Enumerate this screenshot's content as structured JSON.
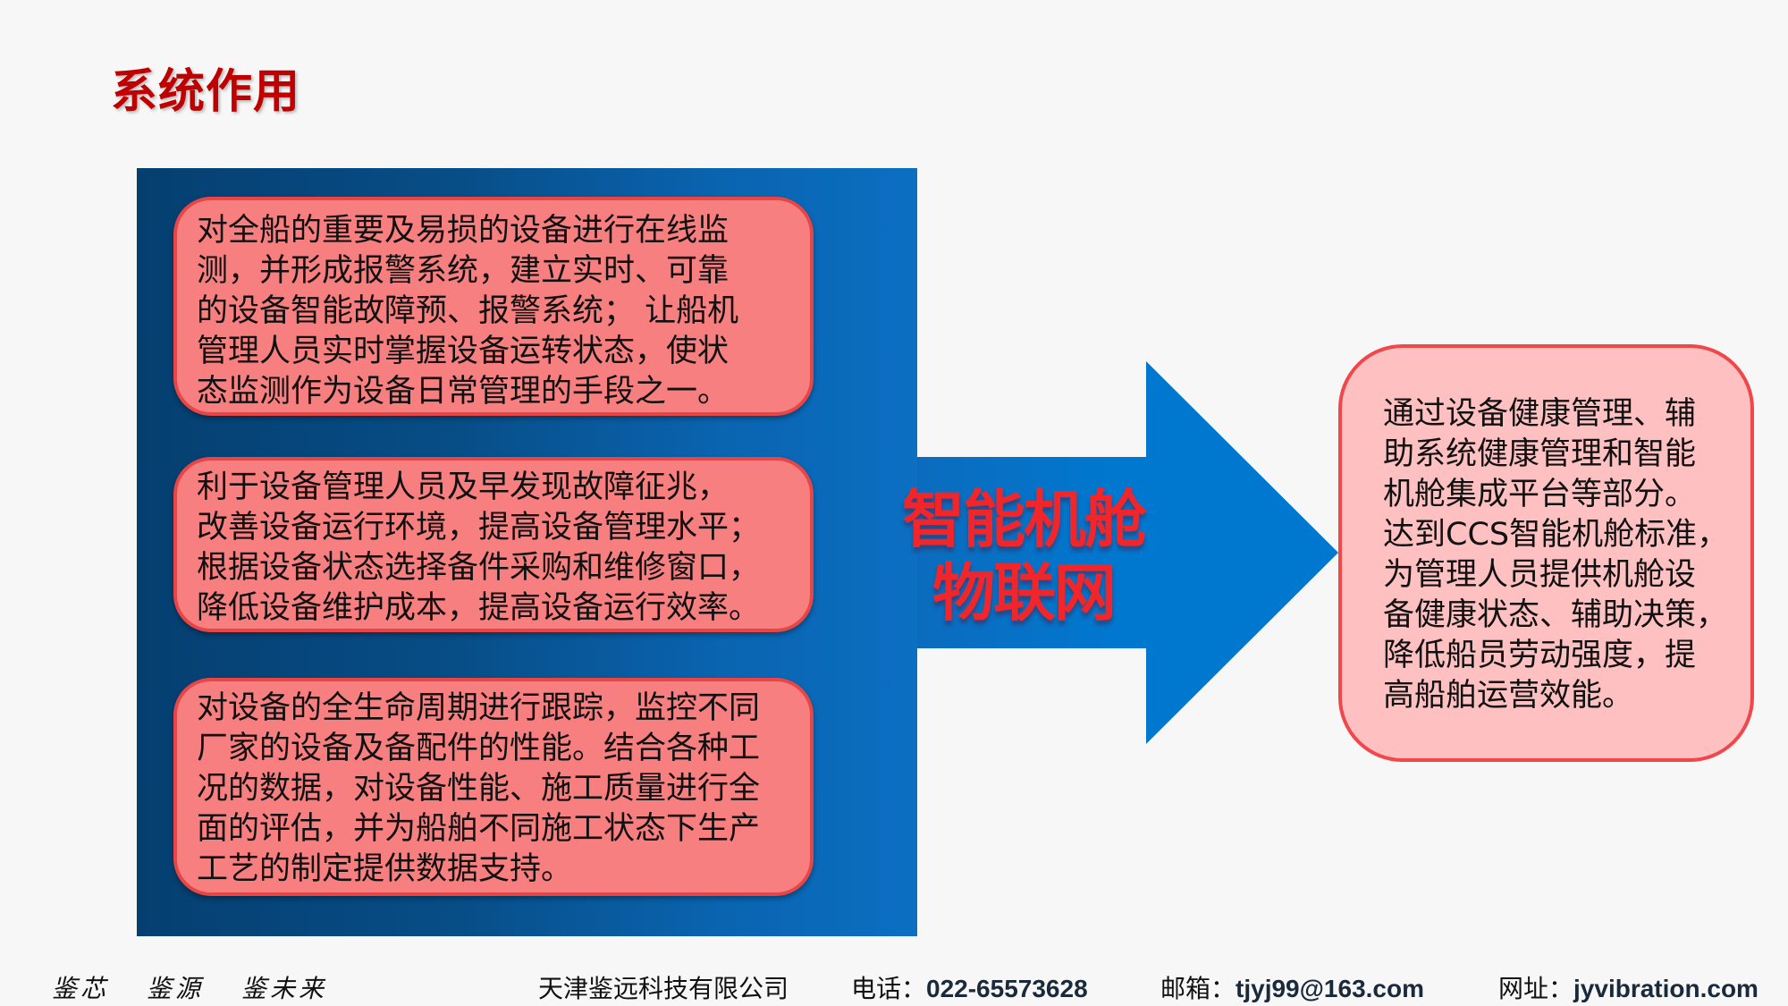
{
  "slide": {
    "title": "系统作用"
  },
  "left_panel": {
    "boxes": [
      {
        "text": "对全船的重要及易损的设备进行在线监\n测，并形成报警系统，建立实时、可靠\n的设备智能故障预、报警系统； 让船机\n管理人员实时掌握设备运转状态，使状\n态监测作为设备日常管理的手段之一。"
      },
      {
        "text": "利于设备管理人员及早发现故障征兆，\n改善设备运行环境，提高设备管理水平；\n根据设备状态选择备件采购和维修窗口，\n降低设备维护成本，提高设备运行效率。"
      },
      {
        "text": "对设备的全生命周期进行跟踪，监控不同\n厂家的设备及备配件的性能。结合各种工\n况的数据，对设备性能、施工质量进行全\n面的评估，并为船舶不同施工状态下生产\n工艺的制定提供数据支持。"
      }
    ]
  },
  "arrow": {
    "label_line1": "智能机舱",
    "label_line2": "物联网",
    "color": "#0078d0"
  },
  "right_box": {
    "text": "通过设备健康管理、辅\n助系统健康管理和智能\n机舱集成平台等部分。\n达到CCS智能机舱标准，\n为管理人员提供机舱设\n备健康状态、辅助决策，\n降低船员劳动强度，提\n高船舶运营效能。"
  },
  "footer": {
    "slogans": [
      "鉴芯",
      "鉴源",
      "鉴未来"
    ],
    "company": "天津鉴远科技有限公司",
    "phone_label": "电话：",
    "phone": "022-65573628",
    "email_label": "邮箱：",
    "email": "tjyj99@163.com",
    "website_label": "网址：",
    "website": "jyvibration.com"
  },
  "colors": {
    "title": "#c00000",
    "panel_dark": "#053f70",
    "panel_light": "#0b6fc2",
    "box_fill": "#f87f7f",
    "box_border": "#e84646",
    "right_box_fill": "#fec0c1",
    "arrow_text": "#f0262b"
  }
}
